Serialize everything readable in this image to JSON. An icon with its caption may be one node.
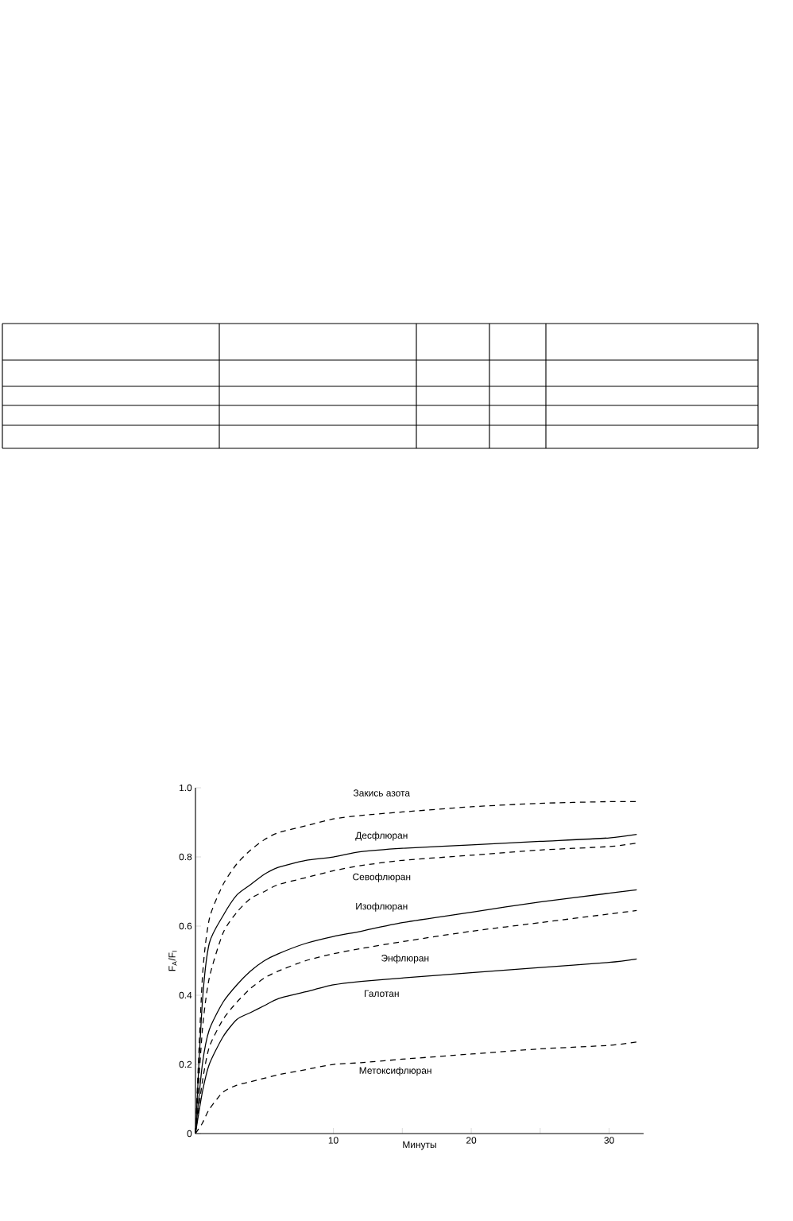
{
  "diagram": {
    "chart_data": {
      "type": "line",
      "xlabel": "Минуты",
      "ylabel": "F$_{A}$/F$_{I}$",
      "x": [
        0,
        0.5,
        1,
        2,
        3,
        4,
        5,
        6,
        8,
        10,
        12,
        15,
        20,
        25,
        30,
        32
      ],
      "series": [
        {
          "name": "Закись азота",
          "color": "#000000",
          "line_style": "dashed",
          "values": [
            0,
            0.45,
            0.62,
            0.72,
            0.78,
            0.82,
            0.85,
            0.87,
            0.89,
            0.91,
            0.92,
            0.93,
            0.945,
            0.955,
            0.96,
            0.96
          ]
        },
        {
          "name": "Десфлюран",
          "color": "#000000",
          "values": [
            0,
            0.38,
            0.55,
            0.63,
            0.69,
            0.72,
            0.75,
            0.77,
            0.79,
            0.8,
            0.815,
            0.825,
            0.835,
            0.845,
            0.855,
            0.865
          ]
        },
        {
          "name": "Севофлюран",
          "color": "#000000",
          "line_style": "dashed",
          "values": [
            0,
            0.3,
            0.45,
            0.58,
            0.64,
            0.68,
            0.7,
            0.72,
            0.74,
            0.76,
            0.775,
            0.79,
            0.805,
            0.82,
            0.83,
            0.84
          ]
        },
        {
          "name": "Изофлюран",
          "color": "#000000",
          "values": [
            0,
            0.2,
            0.3,
            0.38,
            0.43,
            0.47,
            0.5,
            0.52,
            0.55,
            0.57,
            0.585,
            0.61,
            0.64,
            0.67,
            0.695,
            0.705
          ]
        },
        {
          "name": "Энфлюран",
          "color": "#000000",
          "line_style": "dashed",
          "values": [
            0,
            0.15,
            0.25,
            0.33,
            0.38,
            0.42,
            0.45,
            0.47,
            0.5,
            0.52,
            0.535,
            0.555,
            0.585,
            0.61,
            0.635,
            0.645
          ]
        },
        {
          "name": "Галотан",
          "color": "#000000",
          "values": [
            0,
            0.12,
            0.2,
            0.28,
            0.33,
            0.35,
            0.37,
            0.39,
            0.41,
            0.43,
            0.44,
            0.45,
            0.465,
            0.48,
            0.495,
            0.505
          ]
        },
        {
          "name": "Метоксифлюран",
          "color": "#000000",
          "line_style": "dashed",
          "values": [
            0,
            0.03,
            0.07,
            0.12,
            0.14,
            0.15,
            0.16,
            0.17,
            0.185,
            0.2,
            0.205,
            0.215,
            0.23,
            0.245,
            0.255,
            0.265
          ]
        }
      ],
      "xlim": [
        0,
        32.5
      ],
      "ylim": [
        0,
        1.0
      ],
      "xticks": [
        10,
        20,
        30
      ],
      "yticks": [
        {
          "value": 0,
          "label": "0"
        },
        {
          "value": 0.2,
          "label": "0.2"
        },
        {
          "value": 0.4,
          "label": "0.4"
        },
        {
          "value": 0.6,
          "label": "0.6"
        },
        {
          "value": 0.8,
          "label": "0.8"
        },
        {
          "value": 1.0,
          "label": "1.0"
        }
      ]
    }
  }
}
